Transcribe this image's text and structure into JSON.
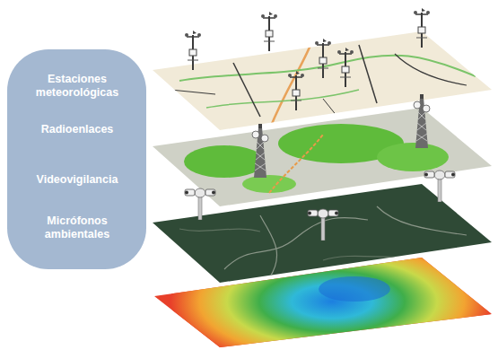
{
  "diagram": {
    "nodes": [
      {
        "text": [
          "Estaciones meteorológicas",
          "Radioenlaces",
          "Videovigilancia",
          "Micrófonos ambientales"
        ]
      }
    ]
  }
}
